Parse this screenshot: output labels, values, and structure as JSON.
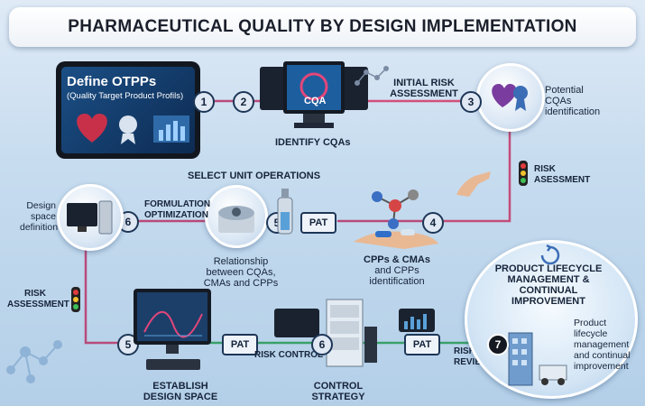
{
  "title": "PHARMACEUTICAL QUALITY BY DESIGN IMPLEMENTATION",
  "tablet": {
    "title": "Define OTPPs",
    "subtitle": "(Quality Target Product Profils)"
  },
  "screen_cqa": "CQA",
  "labels": {
    "identify_cqas": "IDENTIFY CQAs",
    "initial_risk_1": "INITIAL RISK",
    "initial_risk_2": "ASSESSMENT",
    "potential_cqas": [
      "Potential",
      "CQAs",
      "identification"
    ],
    "risk_asessment": "RISK",
    "risk_asessment_2": "ASESSMENT",
    "select_unit": "SELECT UNIT OPERATIONS",
    "formulation_1": "FORMULATION",
    "formulation_2": "OPTIMIZATION",
    "design_space_def": [
      "Design",
      "space",
      "definition"
    ],
    "relationship": [
      "Relationship",
      "between CQAs,",
      "CMAs and CPPs"
    ],
    "cpps": [
      "CPPs & CMAs",
      "and CPPs",
      "identification"
    ],
    "risk_assessment_left_1": "RISK",
    "risk_assessment_left_2": "ASSESSMENT",
    "plm_title": [
      "PRODUCT LIFECYCLE",
      "MANAGEMENT &",
      "CONTINUAL",
      "IMPROVEMENT"
    ],
    "plm_desc": [
      "Product",
      "lifecycle",
      "management",
      "and continual",
      "improvement"
    ],
    "risk_control": "RISK CONTROL",
    "risk_review_1": "RISK",
    "risk_review_2": "REVIEW",
    "establish_1": "ESTABLISH",
    "establish_2": "DESIGN SPACE",
    "control_1": "CONTROL",
    "control_2": "STRATEGY"
  },
  "steps": {
    "s1": "1",
    "s2": "2",
    "s3": "3",
    "s4": "4",
    "s5a": "5",
    "s5b": "5",
    "s6a": "6",
    "s6b": "6",
    "s7": "7"
  },
  "pat": {
    "p1": "PAT",
    "p2": "PAT",
    "p3": "PAT"
  },
  "colors": {
    "flow_line": "#b84a7a",
    "flow_line_green": "#3aa06a",
    "step_border": "#1d3657"
  }
}
